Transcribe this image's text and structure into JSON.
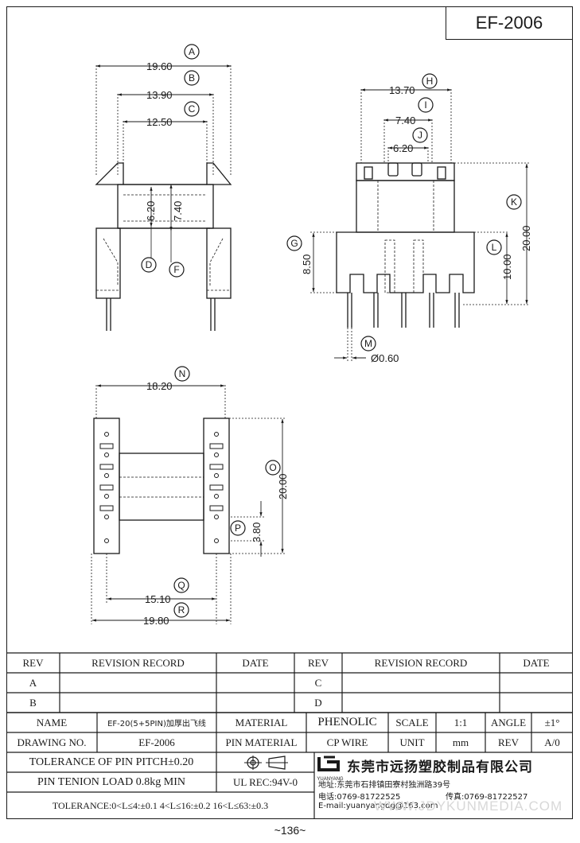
{
  "header": {
    "part_number": "EF-2006"
  },
  "drawing": {
    "front_view": {
      "callouts": [
        "A",
        "B",
        "C",
        "D",
        "F"
      ],
      "dims": [
        "19.60",
        "13.90",
        "12.50",
        "6.20",
        "7.40"
      ]
    },
    "side_view": {
      "callouts": [
        "H",
        "I",
        "J",
        "K",
        "G",
        "L",
        "M"
      ],
      "dims": [
        "13.70",
        "7.40",
        "6.20",
        "20.00",
        "8.50",
        "10.00",
        "Ø0.60"
      ]
    },
    "bottom_view": {
      "callouts": [
        "N",
        "O",
        "P",
        "Q",
        "R"
      ],
      "dims": [
        "18.20",
        "20.00",
        "3.80",
        "15.10",
        "19.80"
      ]
    }
  },
  "revision_table": {
    "headers": [
      "REV",
      "REVISION RECORD",
      "DATE",
      "REV",
      "REVISION RECORD",
      "DATE"
    ],
    "rows": [
      [
        "A",
        "",
        "",
        "C",
        "",
        ""
      ],
      [
        "B",
        "",
        "",
        "D",
        "",
        ""
      ]
    ]
  },
  "title_block": {
    "name_label": "NAME",
    "name_value": "EF-20(5+5PIN)加厚出飞线",
    "material_label": "MATERIAL",
    "material_value": "PHENOLIC",
    "scale_label": "SCALE",
    "scale_value": "1:1",
    "angle_label": "ANGLE",
    "angle_value": "±1°",
    "drawing_no_label": "DRAWING NO.",
    "drawing_no_value": "EF-2006",
    "pin_material_label": "PIN MATERIAL",
    "pin_material_value": "CP WIRE",
    "unit_label": "UNIT",
    "unit_value": "mm",
    "rev_label": "REV",
    "rev_value": "A/0",
    "tolerance_pitch": "TOLERANCE OF PIN PITCH±0.20",
    "pin_tension": "PIN TENION LOAD 0.8kg MIN",
    "ul_rec": "UL REC:94V-0",
    "tolerance_general": "TOLERANCE:0<L≤4:±0.1  4<L≤16:±0.2  16<L≤63:±0.3",
    "logo_text": "YUANYANG",
    "company_name": "东莞市远扬塑胶制品有限公司",
    "address": "地址:东莞市石排镇田寮村独洲路39号",
    "phone": "电话:0769-81722525",
    "fax": "传真:0769-81722527",
    "email": "E-mail:yuanyangdg@163.com"
  },
  "watermark": "WWW.JDYKUNMEDIA.COM",
  "page_number": "~136~"
}
